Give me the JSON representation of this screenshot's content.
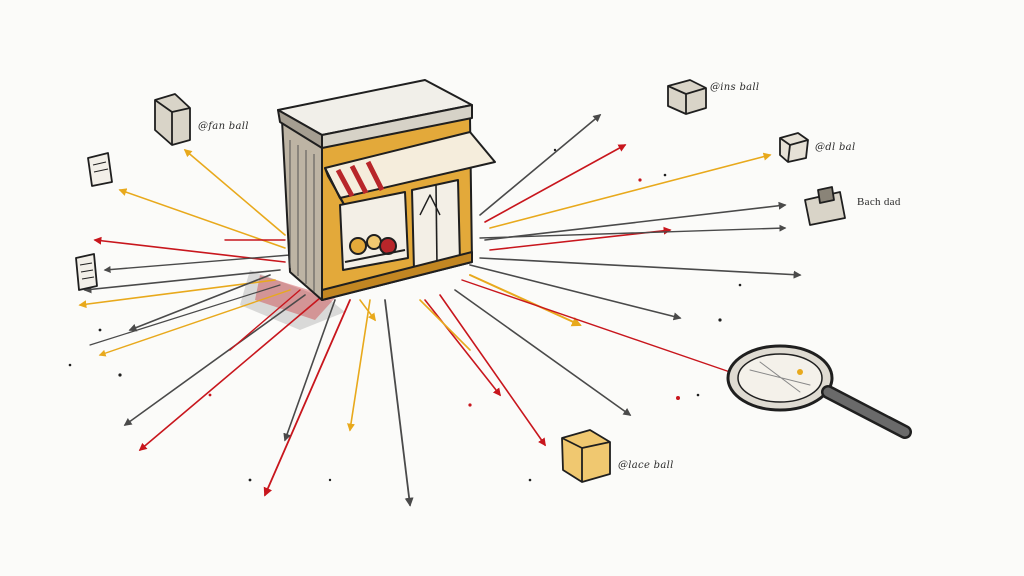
{
  "labels": {
    "top_left": "@fan ball",
    "top_right": "@ins ball",
    "right_upper": "@dl bal",
    "right_middle": "Bach dad",
    "bottom_center": "@lace ball"
  },
  "colors": {
    "ink": "#1f1f1f",
    "gray_arrow": "#4a4a4a",
    "red_arrow": "#c8161d",
    "yellow_arrow": "#e8a91c",
    "shop_yellow": "#e3a93a",
    "shop_body": "#c9c1b2",
    "awning_red": "#b8262a",
    "box_yellow": "#f0c870"
  },
  "icons": {
    "center": "storefront-icon",
    "magnifier": "magnifying-glass-icon",
    "items": "package-box-icon"
  }
}
